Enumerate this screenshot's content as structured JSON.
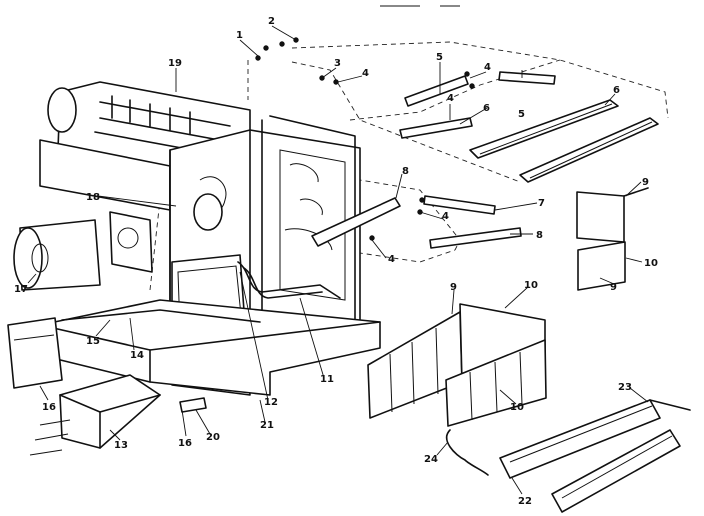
{
  "callouts": [
    {
      "id": "c1",
      "text": "1"
    },
    {
      "id": "c2",
      "text": "2"
    },
    {
      "id": "c3",
      "text": "3"
    },
    {
      "id": "c4a",
      "text": "4"
    },
    {
      "id": "c5a",
      "text": "5"
    },
    {
      "id": "c4b",
      "text": "4"
    },
    {
      "id": "c4c",
      "text": "4"
    },
    {
      "id": "c5b",
      "text": "5"
    },
    {
      "id": "c6a",
      "text": "6"
    },
    {
      "id": "c6b",
      "text": "6"
    },
    {
      "id": "c8a",
      "text": "8"
    },
    {
      "id": "c7",
      "text": "7"
    },
    {
      "id": "c4d",
      "text": "4"
    },
    {
      "id": "c8b",
      "text": "8"
    },
    {
      "id": "c4e",
      "text": "4"
    },
    {
      "id": "c9a",
      "text": "9"
    },
    {
      "id": "c10a",
      "text": "10"
    },
    {
      "id": "c9b",
      "text": "9"
    },
    {
      "id": "c9c",
      "text": "9"
    },
    {
      "id": "c10b",
      "text": "10"
    },
    {
      "id": "c10c",
      "text": "10"
    },
    {
      "id": "c11",
      "text": "11"
    },
    {
      "id": "c12",
      "text": "12"
    },
    {
      "id": "c13",
      "text": "13"
    },
    {
      "id": "c14",
      "text": "14"
    },
    {
      "id": "c15",
      "text": "15"
    },
    {
      "id": "c16a",
      "text": "16"
    },
    {
      "id": "c16b",
      "text": "16"
    },
    {
      "id": "c17",
      "text": "17"
    },
    {
      "id": "c18",
      "text": "18"
    },
    {
      "id": "c19",
      "text": "19"
    },
    {
      "id": "c20",
      "text": "20"
    },
    {
      "id": "c21",
      "text": "21"
    },
    {
      "id": "c22",
      "text": "22"
    },
    {
      "id": "c23",
      "text": "23"
    },
    {
      "id": "c24",
      "text": "24"
    }
  ]
}
